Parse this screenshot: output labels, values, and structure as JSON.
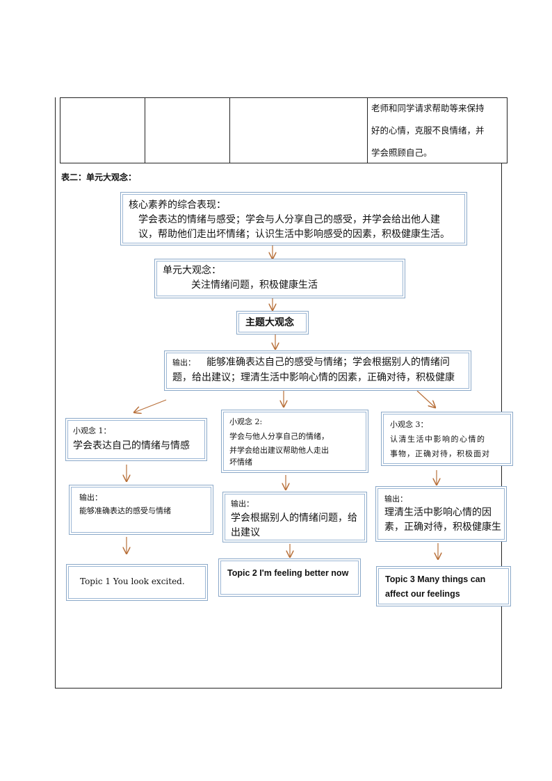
{
  "table_top": {
    "last_cell_lines": [
      "老师和同学请求帮助等来保持",
      "好的心情，克服不良情绪，并",
      "学会照顾自己。"
    ]
  },
  "section_label": "表二：单元大观念：",
  "core": {
    "line1": "核心素养的综合表现：",
    "line2": "学会表达的情绪与感受；学会与人分享自己的感受，并学会给出他人建",
    "line3": "议，帮助他们走出坏情绪；认识生活中影响感受的因素，积极健康生活。"
  },
  "unit": {
    "line1": "单元大观念：",
    "line2": "关注情绪问题，积极健康生活"
  },
  "theme": {
    "title": "主题大观念"
  },
  "output_main": {
    "line1_prefix": "输出：",
    "line1_text": "能够准确表达自己的感受与情绪；学会根据别人的情绪问",
    "line2": "题，给出建议；理清生活中影响心情的因素，正确对待，积极健康"
  },
  "sub1": {
    "title": "小观念 1：",
    "text": "学会表达自己的情绪与情感",
    "output_label": "输出：",
    "output_text": "能够准确表达的感受与情绪",
    "topic": "Topic 1 You look excited."
  },
  "sub2": {
    "title": "小观念 2:",
    "text_line1": "学会与他人分享自己的情绪，",
    "text_line2": "并学会给出建议帮助他人走出",
    "text_line3": "坏情绪",
    "output_label": "输出：",
    "output_line1": "学会根据别人的情绪问题，给",
    "output_line2": "出建议",
    "topic": "Topic 2 I'm feeling better now"
  },
  "sub3": {
    "title": "小观念 3：",
    "text_line1": "认清生活中影响的心情的",
    "text_line2": "事物，正确对待，积极面对",
    "output_label": "输出：",
    "output_line1": "理清生活中影响心情的因",
    "output_line2": "素，正确对待，积极健康生",
    "topic_line1": "Topic 3 Many things can",
    "topic_line2": "affect our feelings"
  },
  "colors": {
    "arrow": "#b8703a",
    "box_border": "#8aa8c8",
    "table_line": "#222222"
  }
}
